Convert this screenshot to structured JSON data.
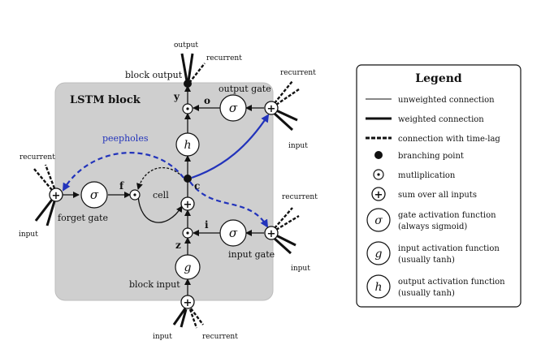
{
  "block": {
    "title": "LSTM block",
    "block_output": "block output",
    "output_gate": "output gate",
    "forget_gate": "forget gate",
    "input_gate": "input gate",
    "block_input": "block input",
    "cell": "cell",
    "peepholes": "peepholes",
    "var_y": "y",
    "var_o": "o",
    "var_f": "f",
    "var_c": "c",
    "var_i": "i",
    "var_z": "z",
    "sym_sigma": "σ",
    "sym_g": "g",
    "sym_h": "h",
    "sym_plus": "+",
    "output_top": "output",
    "recurrent_top": "recurrent",
    "recurrent_og": "recurrent",
    "input_og": "input",
    "recurrent_fg": "recurrent",
    "input_fg": "input",
    "recurrent_ig": "recurrent",
    "input_ig": "input",
    "input_bottom": "input",
    "recurrent_bottom": "recurrent"
  },
  "legend": {
    "title": "Legend",
    "items": [
      {
        "symbol": "thin-line",
        "label": "unweighted connection"
      },
      {
        "symbol": "thick-line",
        "label": "weighted connection"
      },
      {
        "symbol": "dashed-line",
        "label": "connection with time-lag"
      },
      {
        "symbol": "dot",
        "label": "branching point"
      },
      {
        "symbol": "odot",
        "label": "mutliplication"
      },
      {
        "symbol": "oplus",
        "label": "sum over all inputs"
      },
      {
        "symbol": "sigma",
        "label": "gate activation function",
        "label2": "(always sigmoid)"
      },
      {
        "symbol": "g",
        "label": "input activation function",
        "label2": "(usually tanh)"
      },
      {
        "symbol": "h",
        "label": "output activation function",
        "label2": "(usually tanh)"
      }
    ]
  },
  "colors": {
    "block_fill": "#cfcfcf",
    "peephole": "#2233bb",
    "ink": "#111111"
  }
}
